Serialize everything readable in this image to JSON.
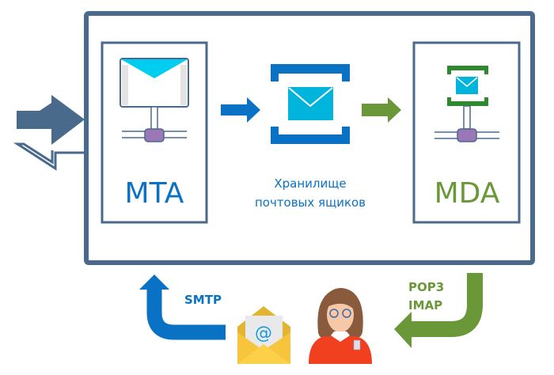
{
  "mta": {
    "label": "MTA"
  },
  "mda": {
    "label": "MDA"
  },
  "storage": {
    "line1": "Хранилище",
    "line2": "почтовых ящиков"
  },
  "protocols": {
    "send": "SMTP",
    "receive1": "POP3",
    "receive2": "IMAP"
  },
  "icons": {
    "email": "@"
  },
  "colors": {
    "frame": "#4a6a8c",
    "blue": "#0a72c4",
    "green": "#6a9838",
    "cyan": "#00bde0",
    "purple": "#9b77b8"
  }
}
